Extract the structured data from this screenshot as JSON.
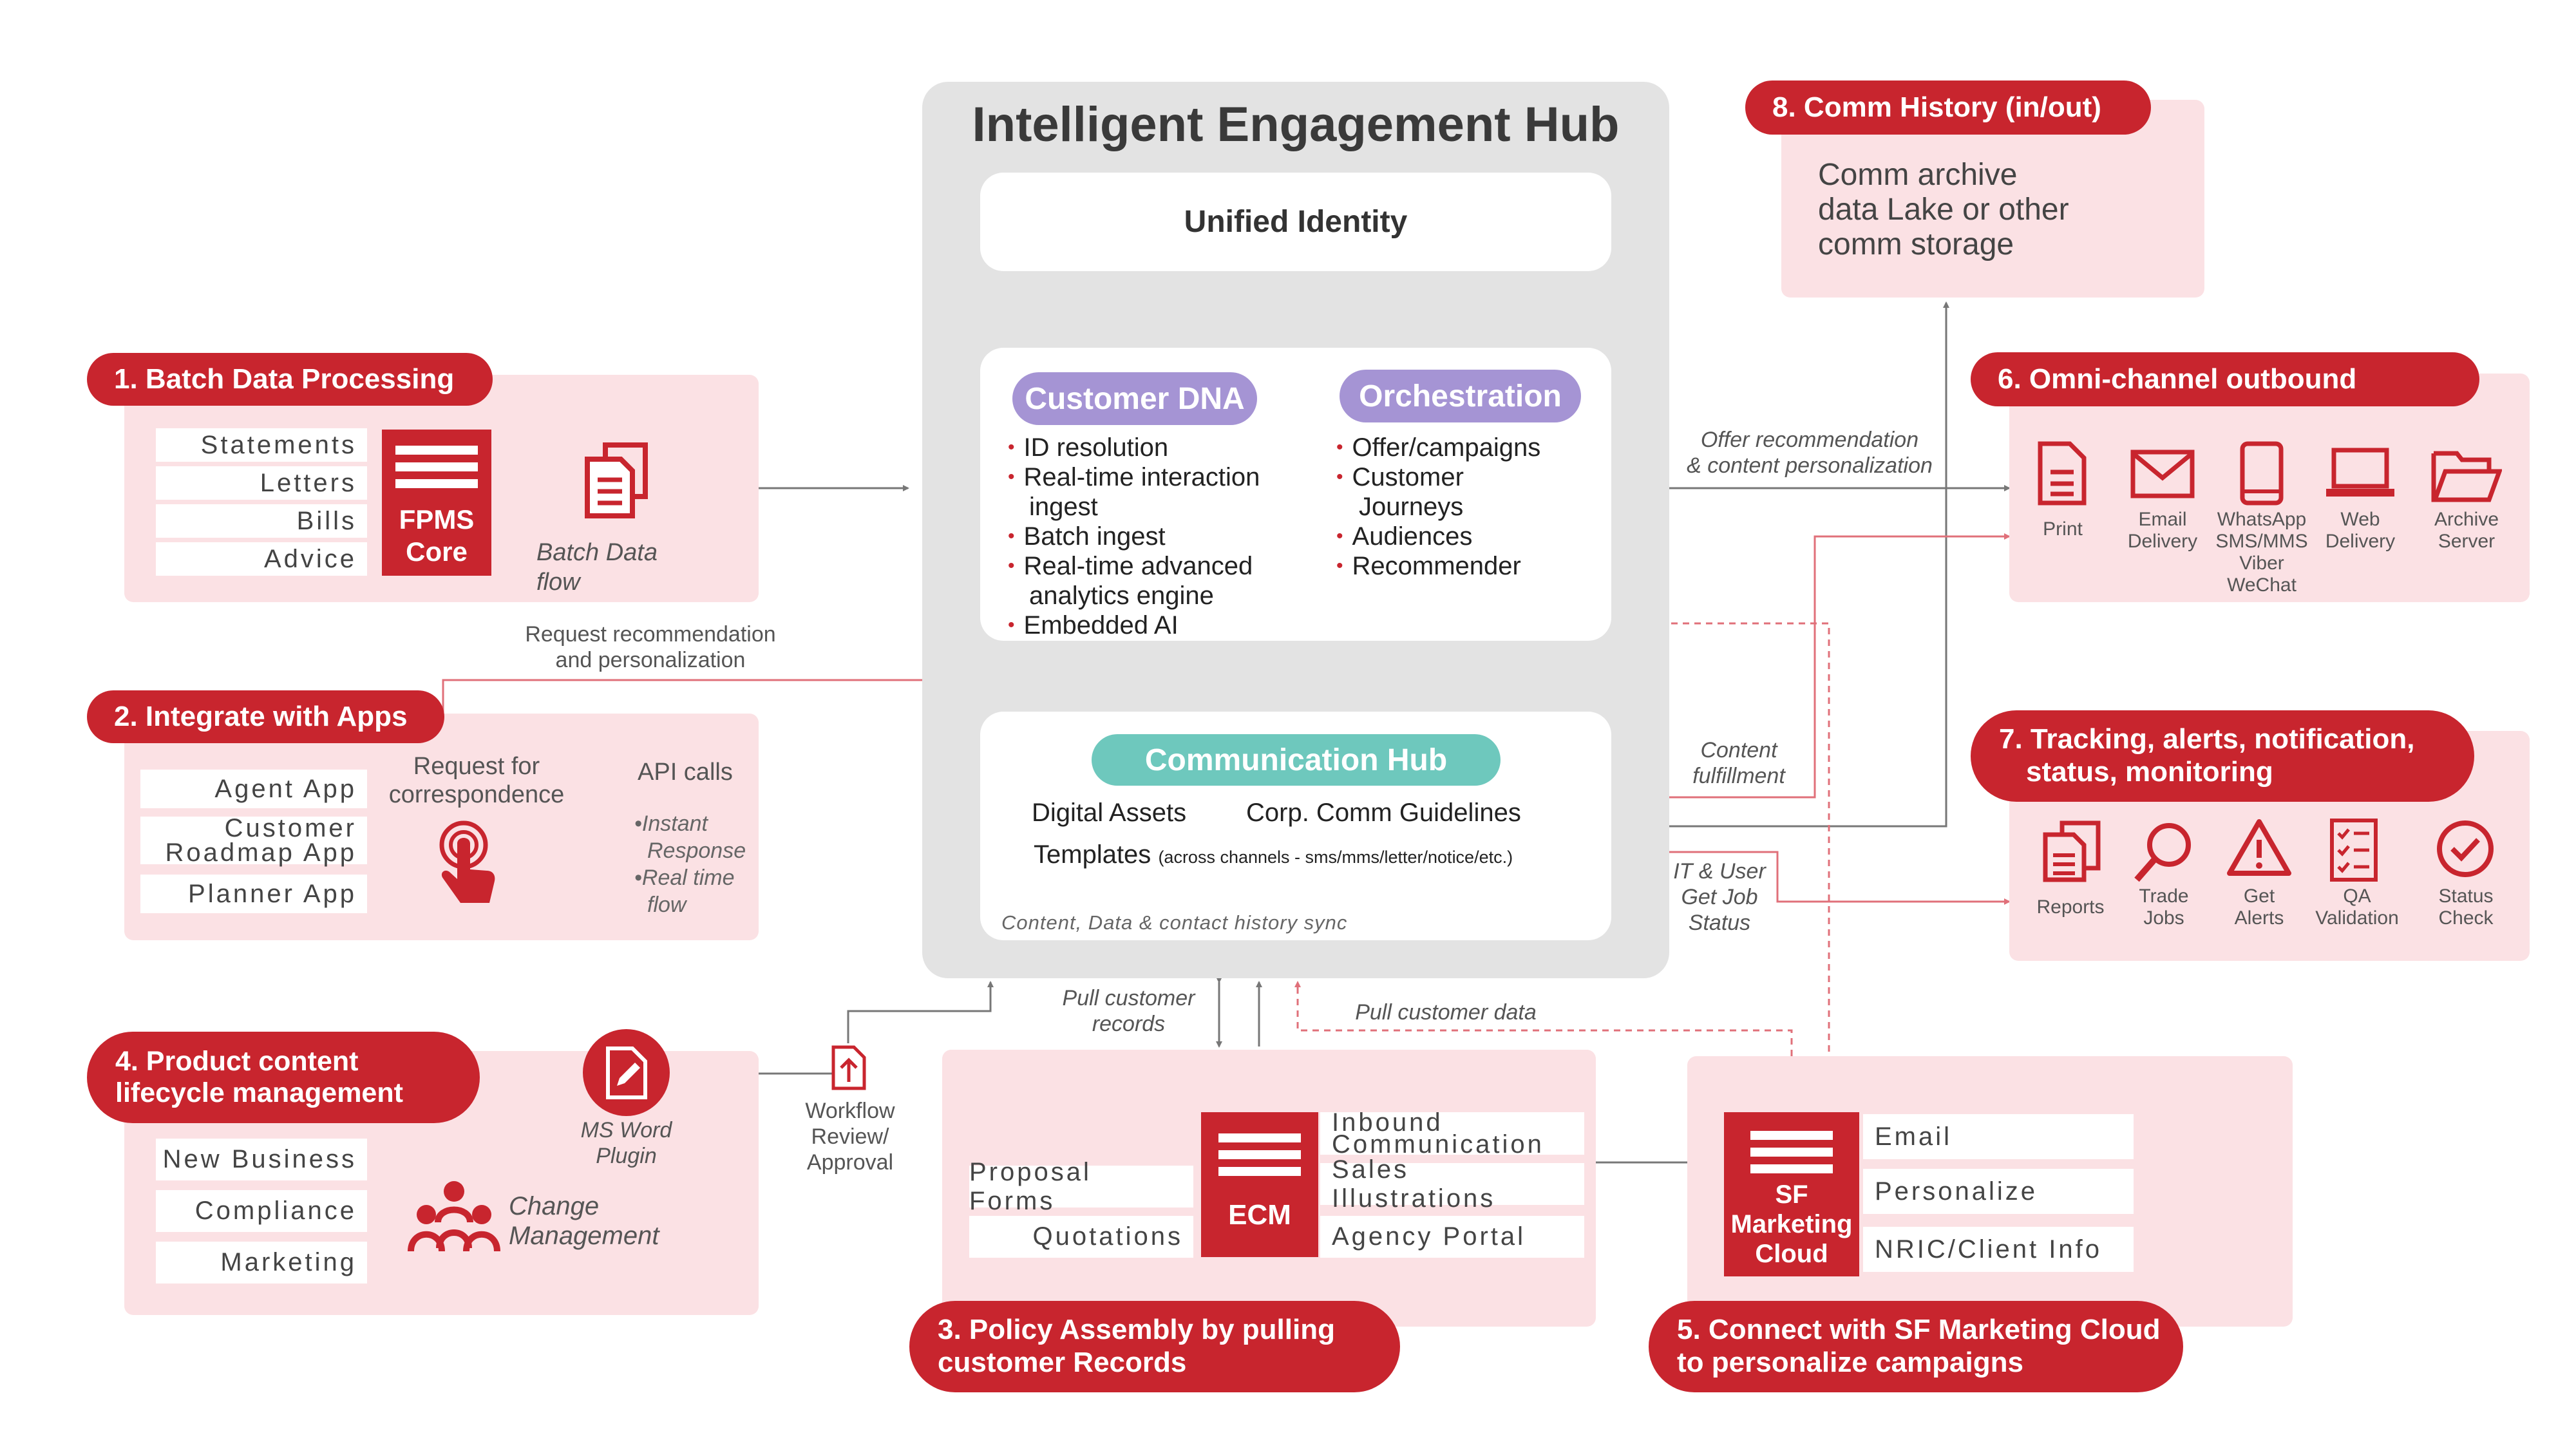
{
  "hub": {
    "title": "Intelligent Engagement Hub",
    "unified_identity": "Unified Identity",
    "customer_dna": {
      "title": "Customer DNA",
      "items": [
        "ID resolution",
        "Real-time interaction",
        "ingest",
        "Batch ingest",
        "Real-time advanced",
        "analytics engine",
        "Embedded AI"
      ]
    },
    "orchestration": {
      "title": "Orchestration",
      "items": [
        "Offer/campaigns",
        "Customer",
        "Journeys",
        "Audiences",
        "Recommender"
      ]
    },
    "comm_hub": {
      "title": "Communication Hub",
      "digital_assets": "Digital Assets",
      "guidelines": "Corp. Comm Guidelines",
      "templates": "Templates",
      "templates_note": "(across channels - sms/mms/letter/notice/etc.)",
      "sync": "Content, Data & contact history sync"
    }
  },
  "s1": {
    "title": "1. Batch Data Processing",
    "items": [
      "Statements",
      "Letters",
      "Bills",
      "Advice"
    ],
    "core": [
      "FPMS",
      "Core"
    ],
    "flow_label": [
      "Batch Data",
      "flow"
    ]
  },
  "s2": {
    "title": "2. Integrate with Apps",
    "apps": [
      "Agent App",
      "Customer",
      "Roadmap App",
      "Planner App"
    ],
    "request": [
      "Request for",
      "correspondence"
    ],
    "api": "API calls",
    "notes": [
      "•Instant",
      "Response",
      "•Real time",
      "flow"
    ]
  },
  "s3": {
    "title": [
      "3. Policy Assembly by pulling",
      "customer Records"
    ],
    "left": [
      "Proposal Forms",
      "Quotations"
    ],
    "right": [
      "Inbound",
      "Communication",
      "Sales Illustrations",
      "Agency Portal"
    ],
    "ecm": "ECM"
  },
  "s4": {
    "title": [
      "4. Product content",
      "lifecycle management"
    ],
    "items": [
      "New Business",
      "Compliance",
      "Marketing"
    ],
    "plugin": [
      "MS Word",
      "Plugin"
    ],
    "change": [
      "Change",
      "Management"
    ],
    "workflow": [
      "Workflow",
      "Review/",
      "Approval"
    ]
  },
  "s5": {
    "title": [
      "5. Connect with SF Marketing Cloud",
      "to personalize campaigns"
    ],
    "items": [
      "Email",
      "Personalize",
      "NRIC/Client Info"
    ],
    "sf": [
      "SF",
      "Marketing",
      "Cloud"
    ]
  },
  "s6": {
    "title": "6. Omni-channel outbound",
    "channels": [
      {
        "icon": "print-icon",
        "label": [
          "Print"
        ]
      },
      {
        "icon": "email-icon",
        "label": [
          "Email",
          "Delivery"
        ]
      },
      {
        "icon": "phone-icon",
        "label": [
          "WhatsApp",
          "SMS/MMS",
          "Viber",
          "WeChat"
        ]
      },
      {
        "icon": "laptop-icon",
        "label": [
          "Web",
          "Delivery"
        ]
      },
      {
        "icon": "folder-icon",
        "label": [
          "Archive",
          "Server"
        ]
      }
    ]
  },
  "s7": {
    "title": [
      "7. Tracking, alerts, notification,",
      "status, monitoring"
    ],
    "items": [
      {
        "icon": "reports-icon",
        "label": [
          "Reports"
        ]
      },
      {
        "icon": "search-icon",
        "label": [
          "Trade",
          "Jobs"
        ]
      },
      {
        "icon": "alert-icon",
        "label": [
          "Get",
          "Alerts"
        ]
      },
      {
        "icon": "checklist-icon",
        "label": [
          "QA",
          "Validation"
        ]
      },
      {
        "icon": "check-circle-icon",
        "label": [
          "Status",
          "Check"
        ]
      }
    ]
  },
  "s8": {
    "title": "8. Comm History (in/out)",
    "body": [
      "Comm archive",
      "data Lake or other",
      "comm storage"
    ]
  },
  "arrows": {
    "request_rec": [
      "Request recommendation",
      "and personalization"
    ],
    "offer_rec": [
      "Offer recommendation",
      "& content personalization"
    ],
    "content_fulfillment": [
      "Content",
      "fulfillment"
    ],
    "it_user": [
      "IT & User",
      "Get Job",
      "Status"
    ],
    "pull_records": [
      "Pull customer",
      "records"
    ],
    "pull_data": "Pull customer data"
  },
  "colors": {
    "red": "#c8252e",
    "pink": "#fbe1e4",
    "purple": "#a594d4",
    "teal": "#6ec8bd",
    "hub_grey": "#e3e3e3"
  }
}
